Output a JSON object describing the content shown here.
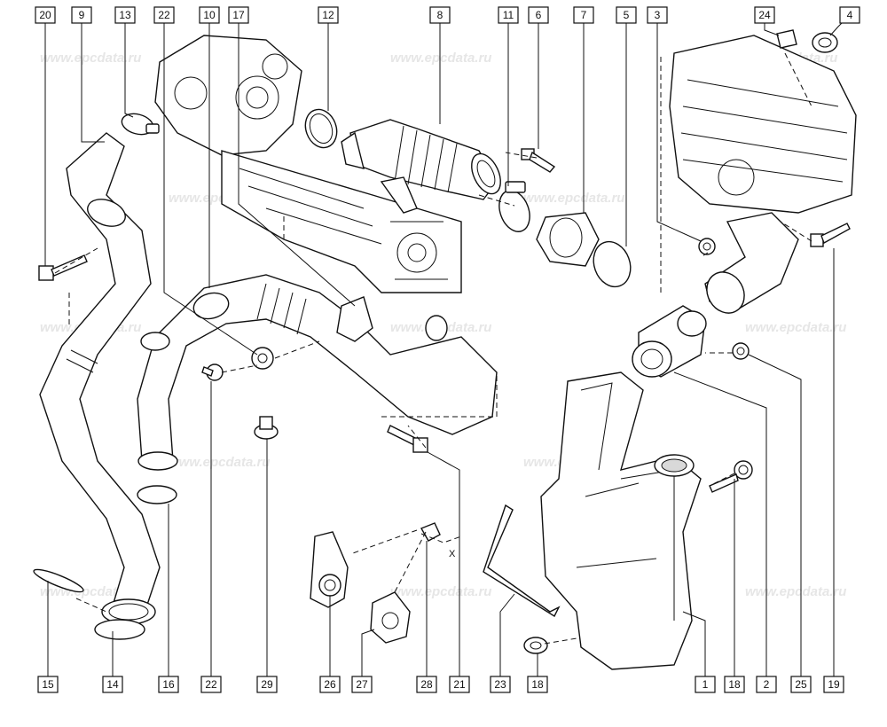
{
  "watermark": "www.epcdata.ru",
  "annotation_x": "X",
  "callouts_top": [
    "20",
    "9",
    "13",
    "22",
    "10",
    "17",
    "12",
    "8",
    "11",
    "6",
    "7",
    "5",
    "3",
    "24",
    "4"
  ],
  "callouts_bottom": [
    "15",
    "14",
    "16",
    "22",
    "29",
    "26",
    "27",
    "28",
    "21",
    "23",
    "18",
    "1",
    "18",
    "2",
    "25",
    "19"
  ]
}
